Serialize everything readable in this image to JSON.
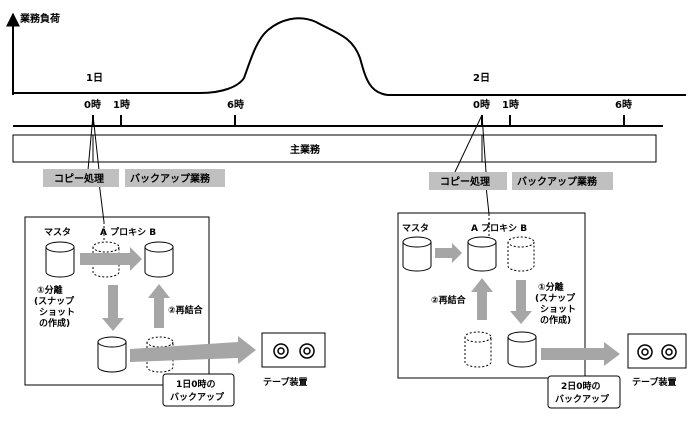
{
  "colors": {
    "line": "#000000",
    "label_box": "#c0c0c0",
    "arrow": "#a6a6a6",
    "background": "#ffffff"
  },
  "y_axis_label": "業務負荷",
  "day_labels": [
    "1日",
    "2日"
  ],
  "hour_labels": {
    "day1": [
      "0時",
      "1時",
      "6時"
    ],
    "day2": [
      "0時",
      "1時",
      "6時"
    ]
  },
  "main_work_label": "主業務",
  "day1": {
    "copy_label": "コピー処理",
    "backup_work_label": "バックアップ業務",
    "master_label": "マスタ",
    "proxy_label": "A プロキシ B",
    "step1_label": [
      "①分離",
      "(スナップ",
      "ショット",
      "の作成)"
    ],
    "step2_label": "②再結合",
    "backup_note": [
      "1日0時の",
      "バックアップ"
    ],
    "tape_label": "テープ装置"
  },
  "day2": {
    "copy_label": "コピー処理",
    "backup_work_label": "バックアップ業務",
    "master_label": "マスタ",
    "proxy_label": "A プロキシ B",
    "step1_label": [
      "①分離",
      "(スナップ",
      "ショット",
      "の作成)"
    ],
    "step2_label": "②再結合",
    "backup_note": [
      "2日0時の",
      "バックアップ"
    ],
    "tape_label": "テープ装置"
  }
}
